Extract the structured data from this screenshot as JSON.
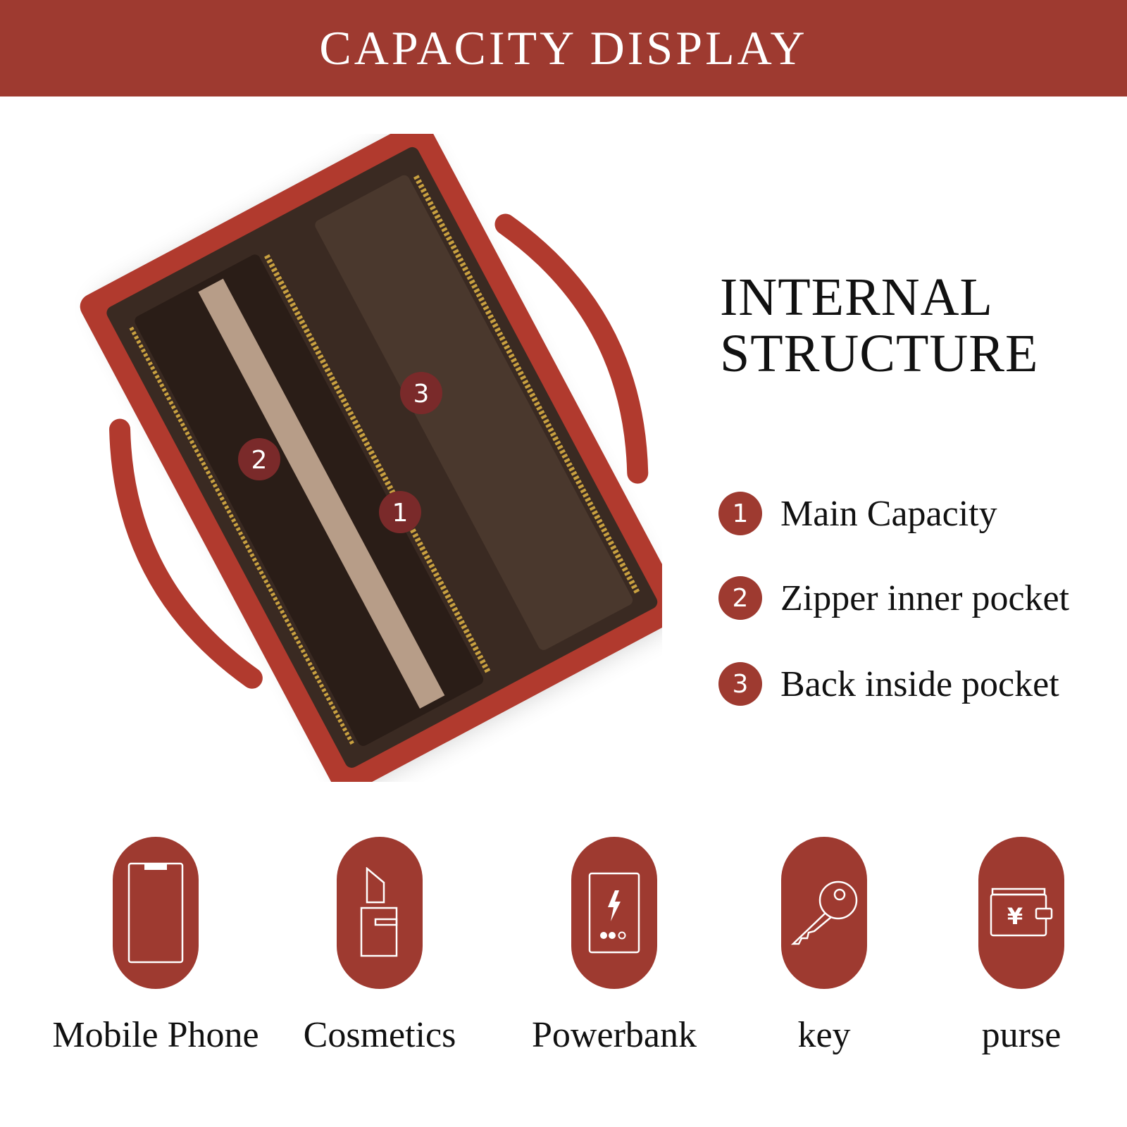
{
  "header": {
    "title": "CAPACITY DISPLAY"
  },
  "structure": {
    "title_line1": "INTERNAL",
    "title_line2": "STRUCTURE",
    "features": [
      {
        "number": "1",
        "label": "Main Capacity"
      },
      {
        "number": "2",
        "label": "Zipper inner pocket"
      },
      {
        "number": "3",
        "label": "Back inside pocket"
      }
    ]
  },
  "capacity_items": [
    {
      "icon": "mobile-phone-icon",
      "label": "Mobile Phone"
    },
    {
      "icon": "lipstick-icon",
      "label": "Cosmetics"
    },
    {
      "icon": "powerbank-icon",
      "label": "Powerbank"
    },
    {
      "icon": "key-icon",
      "label": "key"
    },
    {
      "icon": "wallet-icon",
      "label": "purse"
    }
  ],
  "colors": {
    "accent": "#9e3a30",
    "bag": "#b13a2e",
    "lining": "#3a2a22"
  }
}
